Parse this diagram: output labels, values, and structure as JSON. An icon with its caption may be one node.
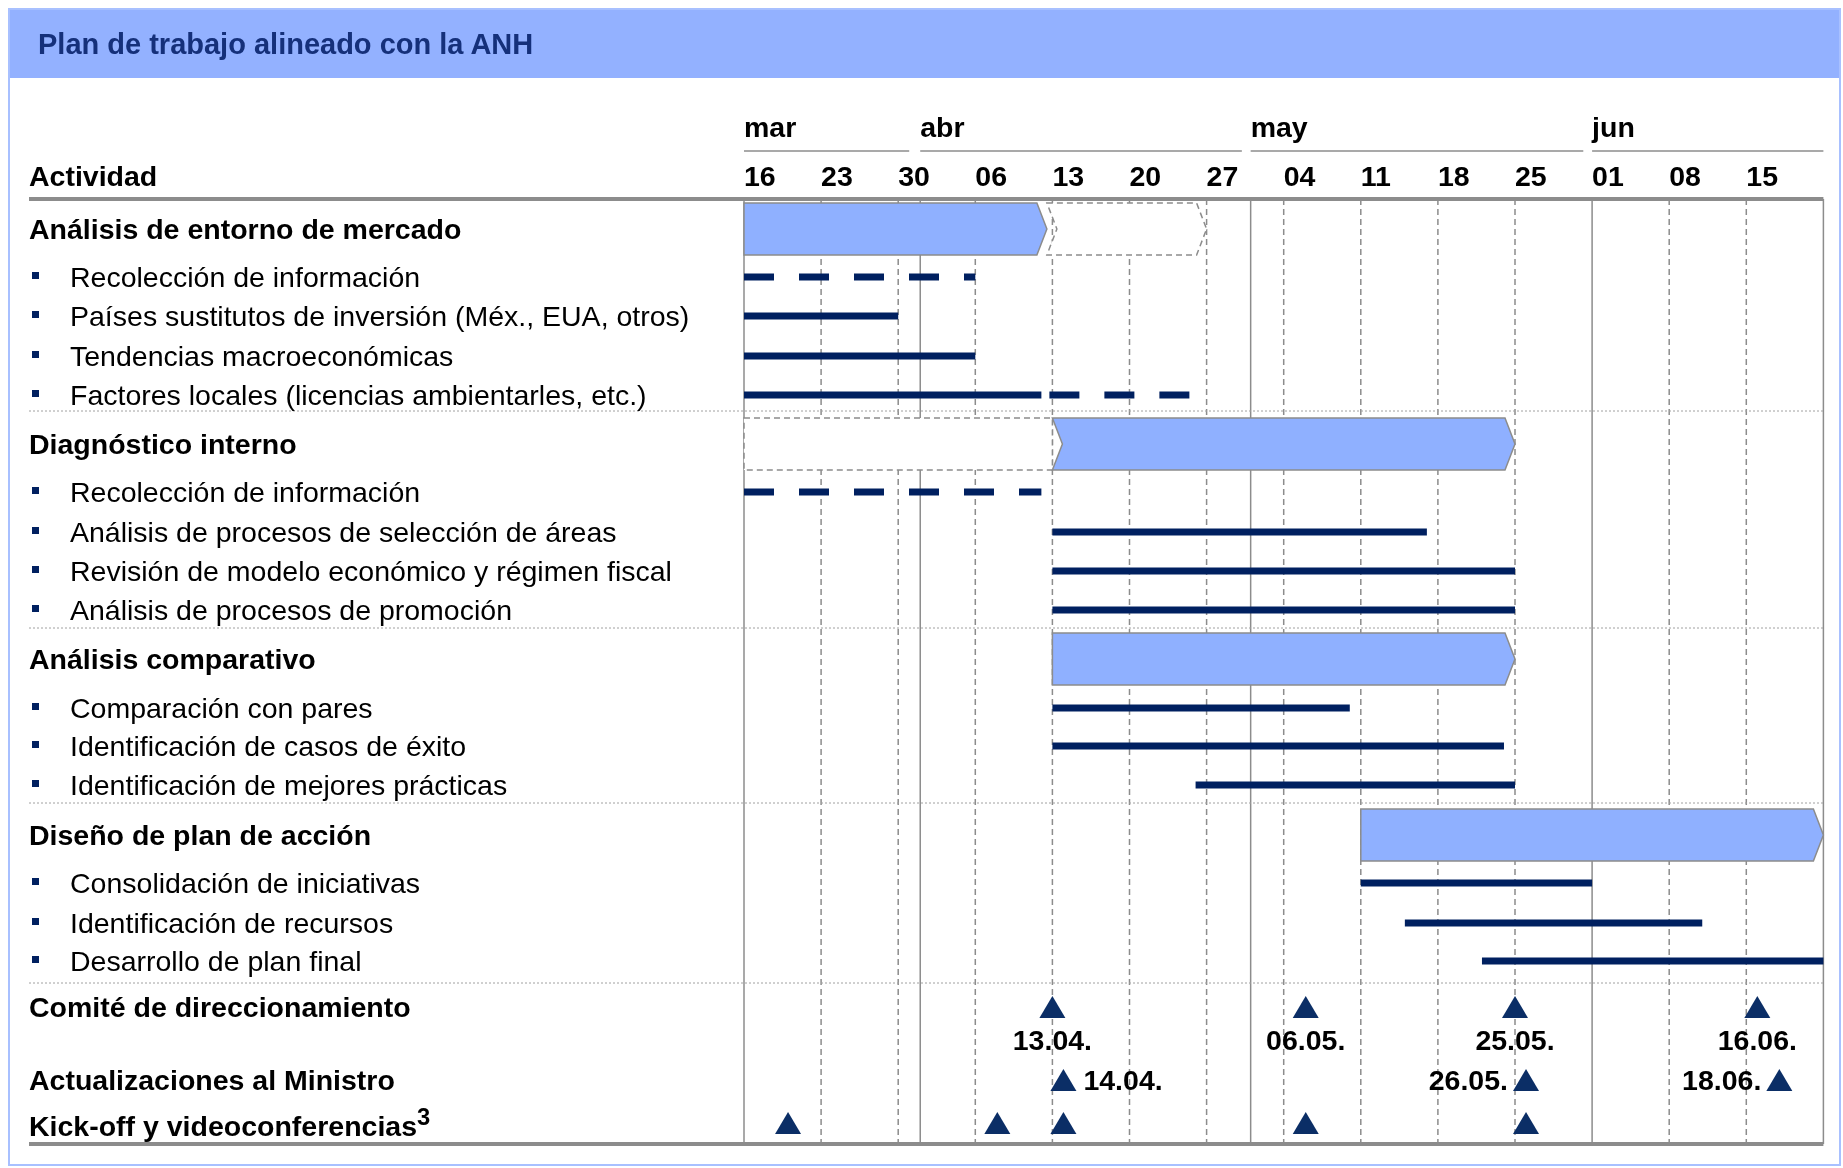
{
  "diagram": {
    "title": "Plan de trabajo alineado con la ANH",
    "labels": [
      "mar",
      "abr",
      "may",
      "jun",
      "Actividad",
      "16",
      "23",
      "30",
      "06",
      "13",
      "20",
      "27",
      "04",
      "11",
      "18",
      "25",
      "01",
      "08",
      "15",
      "Análisis de entorno de mercado",
      "Recolección de información",
      "Países sustitutos de inversión (Méx., EUA, otros)",
      "Tendencias macroeconómicas",
      "Factores locales (licencias ambientarles, etc.)",
      "Diagnóstico interno",
      "Recolección de información",
      "Análisis de procesos de selección de áreas",
      "Revisión de modelo económico y régimen fiscal",
      "Análisis de procesos de promoción",
      "Análisis comparativo",
      "Comparación con pares",
      "Identificación de casos de éxito",
      "Identificación de mejores prácticas",
      "Diseño de plan de acción",
      "Consolidación de iniciativas",
      "Identificación de recursos",
      "Desarrollo de plan final",
      "Comité de direccionamiento",
      "13.04.",
      "06.05.",
      "25.05.",
      "16.06.",
      "Actualizaciones al Ministro",
      "14.04.",
      "26.05.",
      "18.06.",
      "Kick-off y videoconferencias$^{3}$"
    ]
  }
}
